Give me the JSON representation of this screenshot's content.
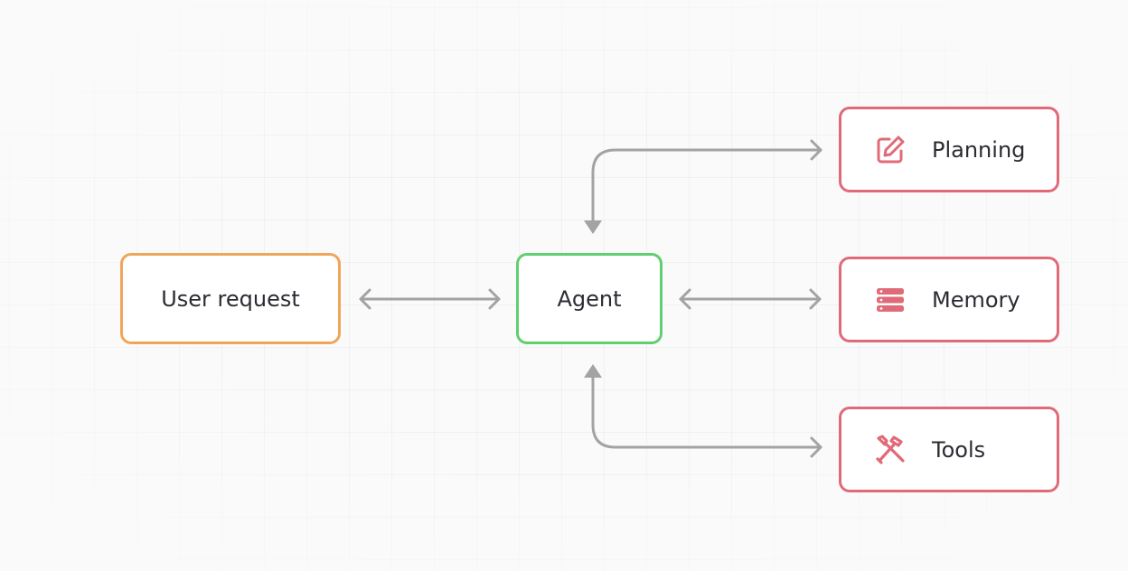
{
  "nodes": {
    "user_request": {
      "label": "User request"
    },
    "agent": {
      "label": "Agent"
    },
    "planning": {
      "label": "Planning",
      "icon": "edit-icon"
    },
    "memory": {
      "label": "Memory",
      "icon": "database-icon"
    },
    "tools": {
      "label": "Tools",
      "icon": "tools-icon"
    }
  },
  "colors": {
    "user_border": "#f0a65a",
    "agent_border": "#5fcf6f",
    "module_border": "#e06a78",
    "icon": "#e06a78",
    "arrow": "#a3a3a3",
    "text": "#2b2b33"
  }
}
